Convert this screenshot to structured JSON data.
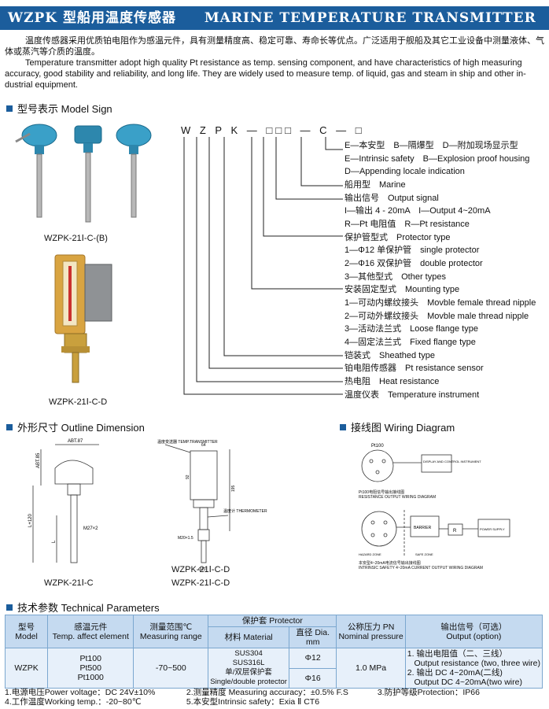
{
  "banner": {
    "title_cn": "WZPK 型船用温度传感器",
    "title_en": "MARINE TEMPERATURE TRANSMITTER"
  },
  "intro": {
    "cn": "温度传感器采用优质铂电阻作为感温元件，具有测量精度高、稳定可靠、寿命长等优点。广泛适用于舰船及其它工业设备中测量液体、气体或蒸汽等介质的温度。",
    "en": "Temperature transmitter adopt high quality Pt resistance as temp. sensing component, and have characteristics of high measuring accuracy, good stability and reliability, and long life. They are widely used to measure temp. of liquid, gas and steam in ship and other in-dustrial equipment."
  },
  "sections": {
    "model_sign": "型号表示 Model Sign",
    "outline": "外形尺寸 Outline Dimension",
    "wiring": "接线图 Wiring Diagram",
    "params": "技术参数 Technical Parameters"
  },
  "captions": {
    "photo1": "WZPK-21Ⅰ-C-(B)",
    "photo2": "WZPK-21Ⅰ-C-D",
    "outline1": "WZPK-21Ⅰ-C",
    "outline2": "WZPK-21Ⅰ-C-D"
  },
  "model_code": "W Z P K — □□□ — C — □",
  "model_labels": [
    "E—本安型　B—隔爆型　D—附加现场显示型",
    "E—Intrinsic safety　B—Explosion proof housing",
    "D—Appending locale indication",
    "船用型　Marine",
    "输出信号　Output signal",
    "I—输出 4 - 20mA　I—Output 4~20mA",
    "R—Pt 电阻值　R—Pt resistance",
    "保护管型式　Protector type",
    "1—Φ12 单保护管　single protector",
    "2—Φ16 双保护管　double protector",
    "3—其他型式　Other types",
    "安装固定型式　Mounting type",
    "1—可动内螺纹接头　Movble female thread nipple",
    "2—可动外螺纹接头　Movble male thread nipple",
    "3—活动法兰式　Loose flange type",
    "4—固定法兰式　Fixed flange type",
    "铠装式　Sheathed type",
    "铂电阻传感器　Pt resistance sensor",
    "热电阻　Heat resistance",
    "温度仪表　Temperature instrument"
  ],
  "outline_labels": {
    "abt87": "ABT.87",
    "abt85": "ABT.85",
    "l120": "L+120",
    "l": "L",
    "m27": "M27×2",
    "temp_trans": "温度变送器 TEMP.TRANSMITTER",
    "thermometer": "温度计 THERMOMETER",
    "m20": "M20×1.5",
    "d10": "Φ10",
    "dim92": "92",
    "dim64": "64",
    "dim195": "195"
  },
  "wiring_labels": {
    "pt100": "Pt100",
    "pt_caption": "Pt100电阻信号输出接线图\nRESISTANCE OUTPUT WIRING DIAGRAM",
    "is_caption": "本安型4~20mA电流信号输出接线图\nINTRINSIC SAFETY 4~20mA CURRENT OUTPUT WIRING DIAGRAM",
    "display": "DISPLAY AND CONTROL INSTRUMENT",
    "barrier": "BARRIER",
    "r": "R",
    "hazard": "HAZARD ZONE",
    "safe": "SAFE ZONE",
    "ps": "POWER SUPPLY"
  },
  "table": {
    "headers": {
      "model": "型号\nModel",
      "element": "感温元件\nTemp. affect element",
      "range": "测量范围℃\nMeasuring range",
      "protector": "保护套 Protector",
      "material": "材料 Material",
      "diameter": "直径 Dia. mm",
      "pressure": "公称压力 PN\nNominal pressure",
      "output": "输出信号（可选）\nOutput (option)"
    },
    "row": {
      "model": "WZPK",
      "element": "Pt100\nPt500\nPt1000",
      "range": "-70~500",
      "material": "SUS304\nSUS316L\n单/双层保护套\nSingle/double protector",
      "dia1": "Φ12",
      "dia2": "Φ16",
      "pressure": "1.0 MPa",
      "output": "1. 输出电阻值（二、三线）\n   Output resistance (two, three wire)\n2. 输出 DC 4~20mA(二线)\n   Output DC 4~20mA(two wire)"
    }
  },
  "notes": [
    "1.电源电压Power voltage：DC 24V±10%",
    "2.测量精度 Measuring accuracy：±0.5% F.S",
    "3.防护等级Protection：IP66",
    "4.工作温度Working temp.：-20~80℃",
    "5.本安型Intrinsic safety：Exia Ⅱ CT6"
  ],
  "colors": {
    "banner": "#1b5d9c",
    "housing": "#3aa0c8",
    "table_head": "#c5daf0",
    "table_body": "#e7f0fa"
  }
}
